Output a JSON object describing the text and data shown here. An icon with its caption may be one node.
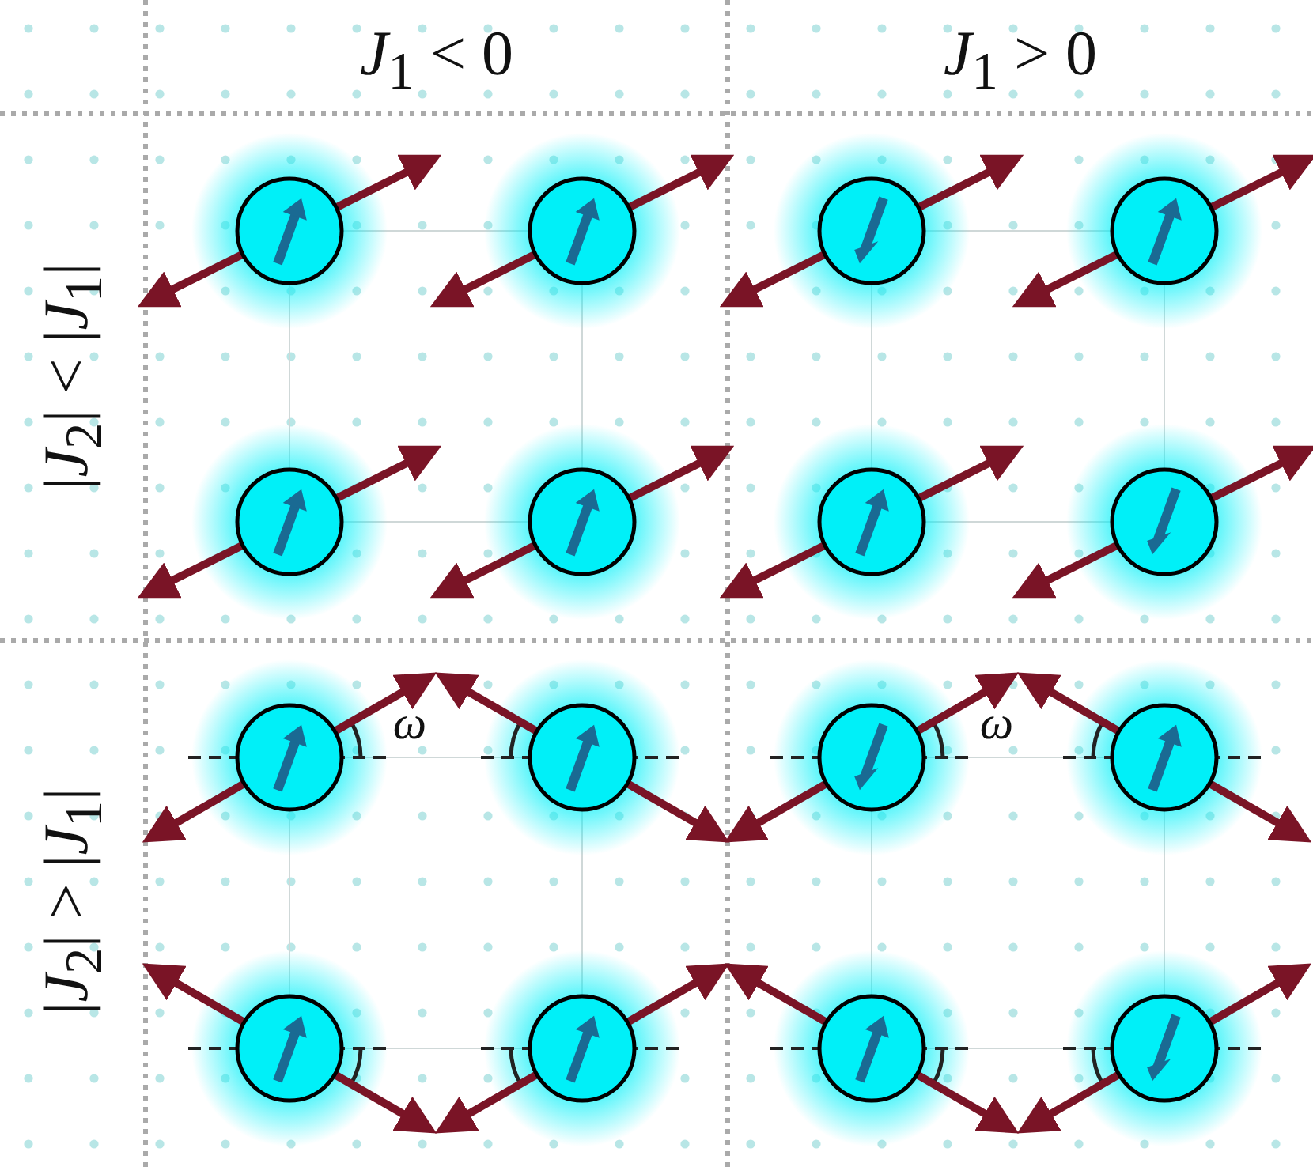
{
  "diagram": {
    "labels": [
      "*J*$_{1}$ < 0",
      "*J*$_{1}$ > 0",
      "|*J*$_{2}$| < |*J*$_{1}$|",
      "|*J*$_{2}$| > |*J*$_{1}$|",
      "*ω*",
      "*ω*"
    ]
  }
}
